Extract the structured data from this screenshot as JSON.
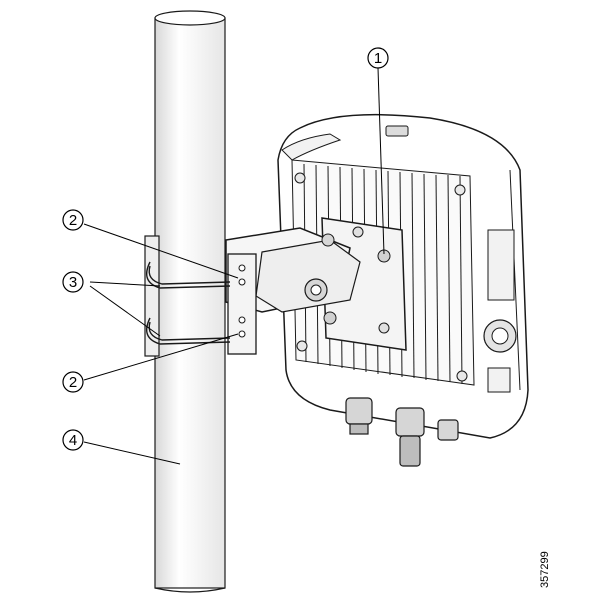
{
  "figure": {
    "callouts": [
      {
        "label": "1"
      },
      {
        "label": "2"
      },
      {
        "label": "3"
      },
      {
        "label": "2"
      },
      {
        "label": "4"
      }
    ],
    "figure_number": "357299"
  },
  "colors": {
    "line": "#1a1a1a",
    "pole_shade": "#e2e2e2",
    "ap_body": "#ffffff",
    "bracket": "#f4f4f4"
  }
}
